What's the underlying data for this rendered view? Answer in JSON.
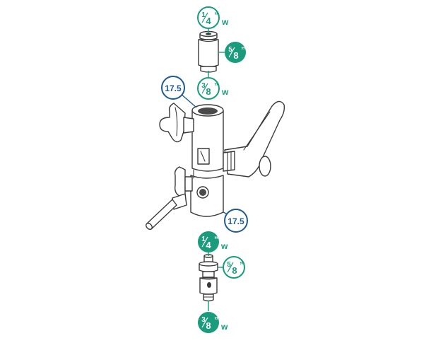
{
  "colors": {
    "green": "#1a9b7c",
    "blue": "#1f5a93",
    "outline": "#3a3a3a",
    "shade": "#d7d7d7"
  },
  "labels": {
    "top_quarter": {
      "num": "1",
      "den": "4",
      "suffix": "w"
    },
    "top_fiveeighths": {
      "num": "5",
      "den": "8"
    },
    "top_threeeighths": {
      "num": "3",
      "den": "8",
      "suffix": "w"
    },
    "upper_diameter": {
      "text": "17.5"
    },
    "lower_diameter": {
      "text": "17.5"
    },
    "bottom_quarter": {
      "num": "1",
      "den": "4",
      "suffix": "w"
    },
    "bottom_fiveeighths": {
      "num": "5",
      "den": "8"
    },
    "bottom_threeeighths": {
      "num": "3",
      "den": "8",
      "suffix": "w"
    }
  },
  "inch_mark": "”"
}
